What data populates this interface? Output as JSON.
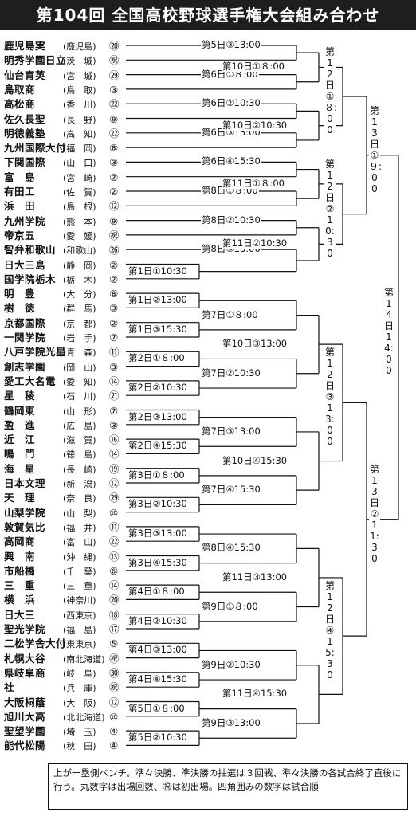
{
  "title": "第104回 全国高校野球選手権大会組み合わせ",
  "teams": [
    {
      "name": "鹿児島実",
      "pref": "(鹿児島)",
      "apps": "⑳"
    },
    {
      "name": "明秀学園日立",
      "pref": "(茨　城)",
      "apps": "㊗"
    },
    {
      "name": "仙台育英",
      "pref": "(宮　城)",
      "apps": "㉙"
    },
    {
      "name": "鳥取商",
      "pref": "(鳥　取)",
      "apps": "③"
    },
    {
      "name": "高松商",
      "pref": "(香　川)",
      "apps": "㉒"
    },
    {
      "name": "佐久長聖",
      "pref": "(長　野)",
      "apps": "⑨"
    },
    {
      "name": "明徳義塾",
      "pref": "(高　知)",
      "apps": "㉒"
    },
    {
      "name": "九州国際大付",
      "pref": "(福　岡)",
      "apps": "⑧"
    },
    {
      "name": "下関国際",
      "pref": "(山　口)",
      "apps": "③"
    },
    {
      "name": "富　島",
      "pref": "(宮　崎)",
      "apps": "②"
    },
    {
      "name": "有田工",
      "pref": "(佐　賀)",
      "apps": "②"
    },
    {
      "name": "浜　田",
      "pref": "(島　根)",
      "apps": "⑫"
    },
    {
      "name": "九州学院",
      "pref": "(熊　本)",
      "apps": "⑨"
    },
    {
      "name": "帝京五",
      "pref": "(愛　媛)",
      "apps": "㊗"
    },
    {
      "name": "智弁和歌山",
      "pref": "(和歌山)",
      "apps": "㉖"
    },
    {
      "name": "日大三島",
      "pref": "(静　岡)",
      "apps": "②"
    },
    {
      "name": "国学院栃木",
      "pref": "(栃　木)",
      "apps": "②"
    },
    {
      "name": "明　豊",
      "pref": "(大　分)",
      "apps": "⑧"
    },
    {
      "name": "樹　徳",
      "pref": "(群　馬)",
      "apps": "③"
    },
    {
      "name": "京都国際",
      "pref": "(京　都)",
      "apps": "②"
    },
    {
      "name": "一関学院",
      "pref": "(岩　手)",
      "apps": "⑦"
    },
    {
      "name": "八戸学院光星",
      "pref": "(青　森)",
      "apps": "⑪"
    },
    {
      "name": "創志学園",
      "pref": "(岡　山)",
      "apps": "③"
    },
    {
      "name": "愛工大名電",
      "pref": "(愛　知)",
      "apps": "⑭"
    },
    {
      "name": "星　稜",
      "pref": "(石　川)",
      "apps": "㉑"
    },
    {
      "name": "鶴岡東",
      "pref": "(山　形)",
      "apps": "⑦"
    },
    {
      "name": "盈　進",
      "pref": "(広　島)",
      "apps": "③"
    },
    {
      "name": "近　江",
      "pref": "(滋　賀)",
      "apps": "⑯"
    },
    {
      "name": "鳴　門",
      "pref": "(徳　島)",
      "apps": "⑭"
    },
    {
      "name": "海　星",
      "pref": "(長　崎)",
      "apps": "⑲"
    },
    {
      "name": "日本文理",
      "pref": "(新　潟)",
      "apps": "⑫"
    },
    {
      "name": "天　理",
      "pref": "(奈　良)",
      "apps": "㉙"
    },
    {
      "name": "山梨学院",
      "pref": "(山　梨)",
      "apps": "⑩"
    },
    {
      "name": "敦賀気比",
      "pref": "(福　井)",
      "apps": "⑪"
    },
    {
      "name": "高岡商",
      "pref": "(富　山)",
      "apps": "㉒"
    },
    {
      "name": "興　南",
      "pref": "(沖　縄)",
      "apps": "⑬"
    },
    {
      "name": "市船橋",
      "pref": "(千　葉)",
      "apps": "⑥"
    },
    {
      "name": "三　重",
      "pref": "(三　重)",
      "apps": "⑭"
    },
    {
      "name": "横　浜",
      "pref": "(神奈川)",
      "apps": "⑳"
    },
    {
      "name": "日大三",
      "pref": "(西東京)",
      "apps": "⑱"
    },
    {
      "name": "聖光学院",
      "pref": "(福　島)",
      "apps": "⑰"
    },
    {
      "name": "二松学舎大付",
      "pref": "(東東京)",
      "apps": "⑤"
    },
    {
      "name": "札幌大谷",
      "pref": "(南北海道)",
      "apps": "㊗"
    },
    {
      "name": "県岐阜商",
      "pref": "(岐　阜)",
      "apps": "㉚"
    },
    {
      "name": "社",
      "pref": "(兵　庫)",
      "apps": "㊗"
    },
    {
      "name": "大阪桐蔭",
      "pref": "(大　阪)",
      "apps": "⑫"
    },
    {
      "name": "旭川大高",
      "pref": "(北北海道)",
      "apps": "⑩"
    },
    {
      "name": "聖望学園",
      "pref": "(埼　玉)",
      "apps": "④"
    },
    {
      "name": "能代松陽",
      "pref": "(秋　田)",
      "apps": "④"
    }
  ],
  "first_round": [
    {
      "t": [
        15,
        16
      ],
      "label": "第1日①10:30"
    },
    {
      "t": [
        17,
        18
      ],
      "label": "第1日②13:00"
    },
    {
      "t": [
        19,
        20
      ],
      "label": "第1日③15:30"
    },
    {
      "t": [
        21,
        22
      ],
      "label": "第2日①８:00"
    },
    {
      "t": [
        23,
        24
      ],
      "label": "第2日②10:30"
    },
    {
      "t": [
        25,
        26
      ],
      "label": "第2日③13:00"
    },
    {
      "t": [
        27,
        28
      ],
      "label": "第2日④15:30"
    },
    {
      "t": [
        29,
        30
      ],
      "label": "第3日①８:00"
    },
    {
      "t": [
        31,
        32
      ],
      "label": "第3日②10:30"
    },
    {
      "t": [
        33,
        34
      ],
      "label": "第3日③13:00"
    },
    {
      "t": [
        35,
        36
      ],
      "label": "第3日④15:30"
    },
    {
      "t": [
        37,
        38
      ],
      "label": "第4日①８:00"
    },
    {
      "t": [
        39,
        40
      ],
      "label": "第4日②10:30"
    },
    {
      "t": [
        41,
        42
      ],
      "label": "第4日③13:00"
    },
    {
      "t": [
        43,
        44
      ],
      "label": "第4日④15:30"
    },
    {
      "t": [
        45,
        46
      ],
      "label": "第5日①８:00"
    },
    {
      "t": [
        47,
        48
      ],
      "label": "第5日②10:30"
    }
  ],
  "second_round": [
    {
      "a": "t0",
      "b": "t1",
      "label": "第5日③13:00"
    },
    {
      "a": "t2",
      "b": "t3",
      "label": "第6日①８:00"
    },
    {
      "a": "t4",
      "b": "t5",
      "label": "第6日②10:30"
    },
    {
      "a": "t6",
      "b": "t7",
      "label": "第6日③13:00"
    },
    {
      "a": "t8",
      "b": "t9",
      "label": "第6日④15:30"
    },
    {
      "a": "t10",
      "b": "t11",
      "label": "第8日①８:00"
    },
    {
      "a": "t12",
      "b": "t13",
      "label": "第8日②10:30"
    },
    {
      "a": "t14",
      "b": "r0",
      "label": "第8日③13:00"
    },
    {
      "a": "r1",
      "b": "r2",
      "label": "第7日①８:00"
    },
    {
      "a": "r3",
      "b": "r4",
      "label": "第7日②10:30"
    },
    {
      "a": "r5",
      "b": "r6",
      "label": "第7日③13:00"
    },
    {
      "a": "r7",
      "b": "r8",
      "label": "第7日④15:30"
    },
    {
      "a": "r9",
      "b": "r10",
      "label": "第8日④15:30"
    },
    {
      "a": "r11",
      "b": "r12",
      "label": "第9日①８:00"
    },
    {
      "a": "r13",
      "b": "r14",
      "label": "第9日②10:30"
    },
    {
      "a": "r15",
      "b": "r16",
      "label": "第9日③13:00"
    }
  ],
  "third_round": [
    {
      "a": 0,
      "b": 1,
      "label": "第10日①８:00"
    },
    {
      "a": 2,
      "b": 3,
      "label": "第10日②10:30"
    },
    {
      "a": 4,
      "b": 5,
      "label": "第11日①８:00"
    },
    {
      "a": 6,
      "b": 7,
      "label": "第11日②10:30"
    },
    {
      "a": 8,
      "b": 9,
      "label": "第10日③13:00"
    },
    {
      "a": 10,
      "b": 11,
      "label": "第10日④15:30"
    },
    {
      "a": 12,
      "b": 13,
      "label": "第11日③13:00"
    },
    {
      "a": 14,
      "b": 15,
      "label": "第11日④15:30"
    }
  ],
  "quarter_finals": [
    "第12日①８:00",
    "第12日②10:30",
    "第12日③13:00",
    "第12日④15:30"
  ],
  "semi_finals": [
    "第13日①９:00",
    "第13日②11:30"
  ],
  "final": "第14日14:00",
  "note": "上が一塁側ベンチ。準々決勝、準決勝の抽選は３回戦、準々決勝の各試合終了直後に行う。丸数字は出場回数、㊗は初出場。四角囲みの数字は試合順"
}
